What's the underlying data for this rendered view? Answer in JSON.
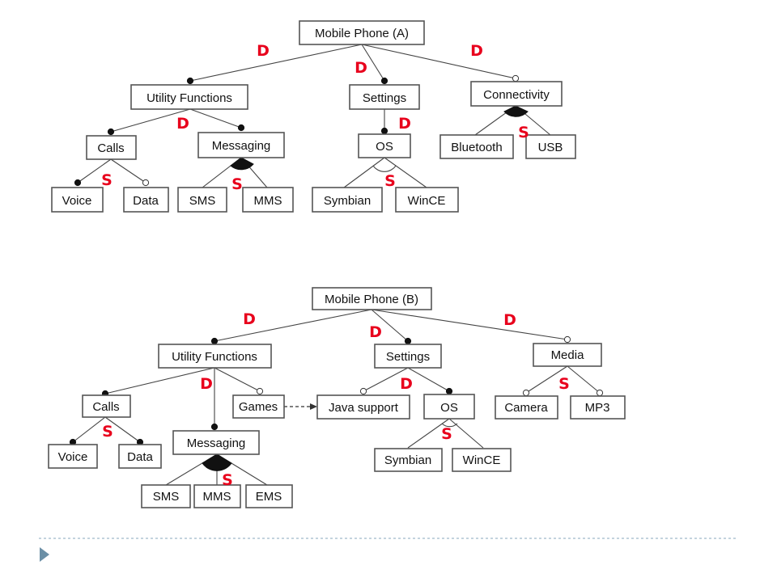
{
  "diagram_a": {
    "root": "Mobile Phone (A)",
    "utility": "Utility Functions",
    "settings": "Settings",
    "connectivity": "Connectivity",
    "calls": "Calls",
    "messaging": "Messaging",
    "os": "OS",
    "bluetooth": "Bluetooth",
    "usb": "USB",
    "voice": "Voice",
    "data": "Data",
    "sms": "SMS",
    "mms": "MMS",
    "symbian": "Symbian",
    "wince": "WinCE",
    "tags": [
      "D",
      "D",
      "D",
      "D",
      "D",
      "S",
      "S",
      "S",
      "S"
    ]
  },
  "diagram_b": {
    "root": "Mobile Phone (B)",
    "utility": "Utility Functions",
    "settings": "Settings",
    "media": "Media",
    "calls": "Calls",
    "games": "Games",
    "java": "Java support",
    "os": "OS",
    "camera": "Camera",
    "mp3": "MP3",
    "voice": "Voice",
    "data": "Data",
    "messaging": "Messaging",
    "symbian": "Symbian",
    "wince": "WinCE",
    "sms": "SMS",
    "mms": "MMS",
    "ems": "EMS",
    "tags": [
      "D",
      "D",
      "D",
      "D",
      "D",
      "S",
      "S",
      "S",
      "S"
    ]
  },
  "colors": {
    "tag": "#e8001c",
    "divider": "#9fb9c9",
    "bullet": "#6b8fa6"
  },
  "icons": {
    "footer_bullet": "triangle-right-icon"
  }
}
